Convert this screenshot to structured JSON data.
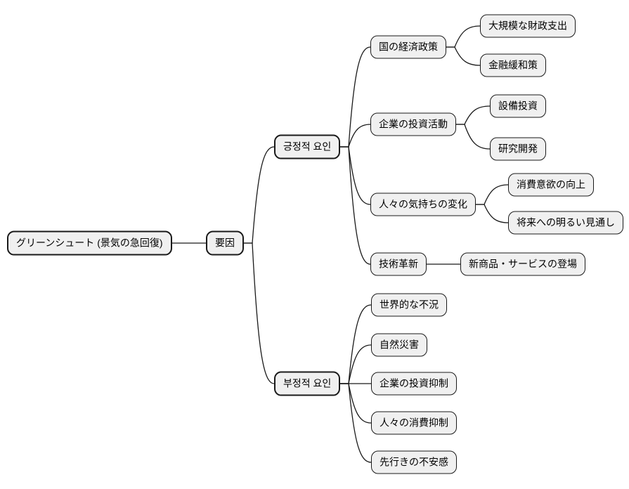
{
  "diagram": {
    "type": "mindmap",
    "direction": "left-to-right",
    "style": {
      "background": "#ffffff",
      "node_fill": "#f0f0f0",
      "node_border": "#1a1a1a",
      "edge_color": "#1a1a1a",
      "text_color": "#000000"
    },
    "nodes": [
      {
        "id": "root",
        "label": "グリーンシュート (景気の急回復)",
        "parent": null,
        "depth": 0
      },
      {
        "id": "yoin",
        "label": "要因",
        "parent": "root",
        "depth": 1
      },
      {
        "id": "positive",
        "label": "긍정적 요인",
        "parent": "yoin",
        "depth": 2
      },
      {
        "id": "econ-policy",
        "label": "国の経済政策",
        "parent": "positive",
        "depth": 3
      },
      {
        "id": "fiscal-spending",
        "label": "大規模な財政支出",
        "parent": "econ-policy",
        "depth": 4
      },
      {
        "id": "monetary-easing",
        "label": "金融緩和策",
        "parent": "econ-policy",
        "depth": 4
      },
      {
        "id": "corporate-investment",
        "label": "企業の投資活動",
        "parent": "positive",
        "depth": 3
      },
      {
        "id": "capex",
        "label": "設備投資",
        "parent": "corporate-investment",
        "depth": 4
      },
      {
        "id": "rnd",
        "label": "研究開発",
        "parent": "corporate-investment",
        "depth": 4
      },
      {
        "id": "sentiment-change",
        "label": "人々の気持ちの変化",
        "parent": "positive",
        "depth": 3
      },
      {
        "id": "consumption-up",
        "label": "消費意欲の向上",
        "parent": "sentiment-change",
        "depth": 4
      },
      {
        "id": "bright-outlook",
        "label": "将来への明るい見通し",
        "parent": "sentiment-change",
        "depth": 4
      },
      {
        "id": "tech-innovation",
        "label": "技術革新",
        "parent": "positive",
        "depth": 3
      },
      {
        "id": "new-products",
        "label": "新商品・サービスの登場",
        "parent": "tech-innovation",
        "depth": 4
      },
      {
        "id": "negative",
        "label": "부정적 요인",
        "parent": "yoin",
        "depth": 2
      },
      {
        "id": "global-recession",
        "label": "世界的な不況",
        "parent": "negative",
        "depth": 3
      },
      {
        "id": "natural-disaster",
        "label": "自然災害",
        "parent": "negative",
        "depth": 3
      },
      {
        "id": "investment-restraint",
        "label": "企業の投資抑制",
        "parent": "negative",
        "depth": 3
      },
      {
        "id": "consumption-restraint",
        "label": "人々の消費抑制",
        "parent": "negative",
        "depth": 3
      },
      {
        "id": "future-anxiety",
        "label": "先行きの不安感",
        "parent": "negative",
        "depth": 3
      }
    ]
  }
}
